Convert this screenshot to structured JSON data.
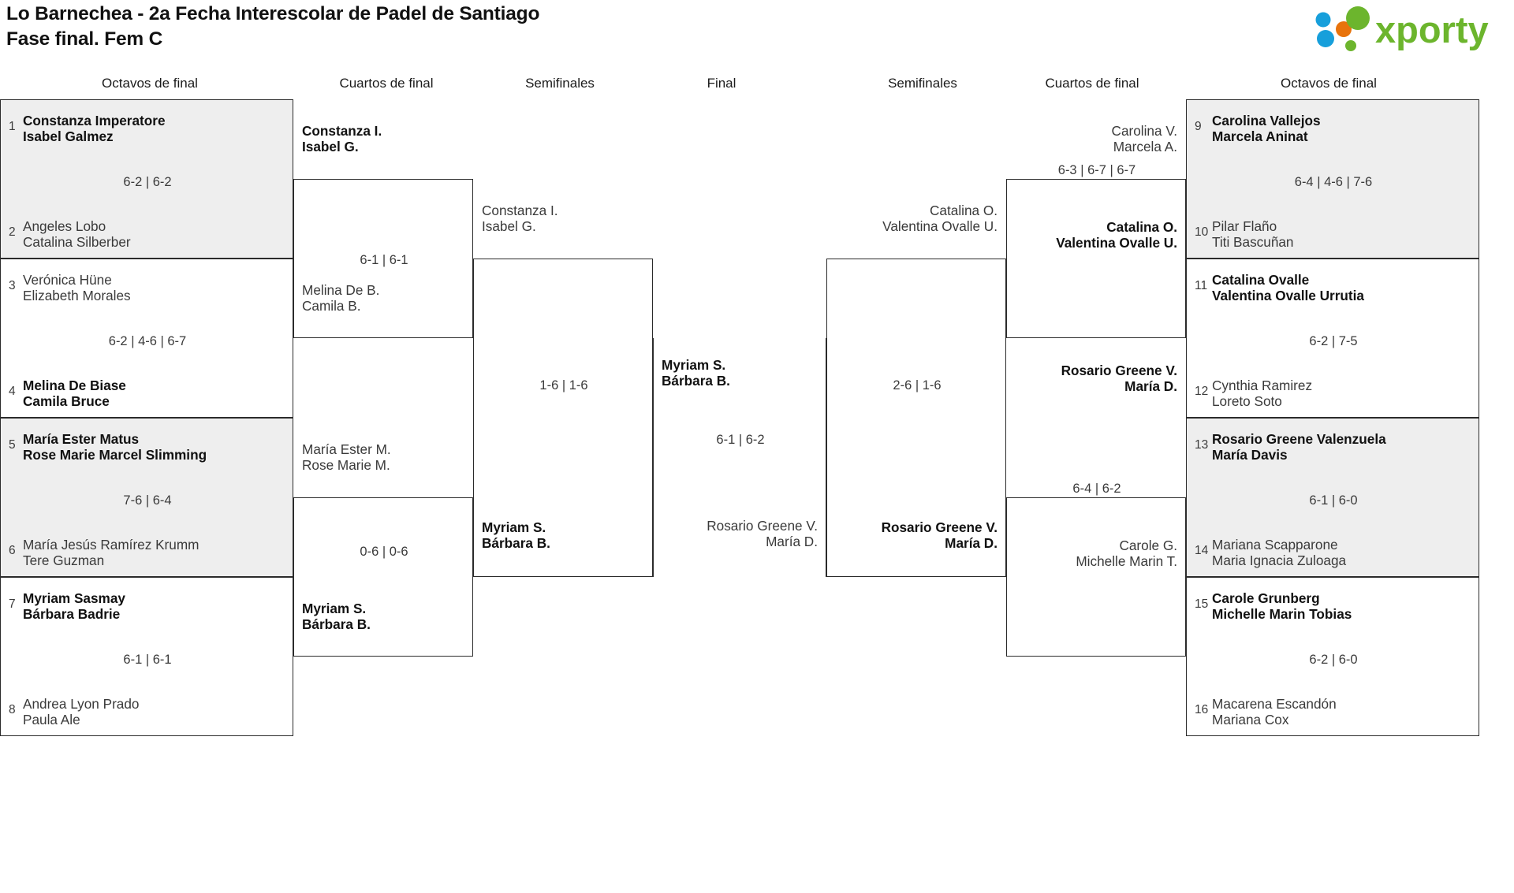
{
  "header": {
    "title_line1": "Lo Barnechea - 2a Fecha Interescolar de Padel de Santiago",
    "title_line2": "Fase final. Fem C",
    "logo_text": "xporty",
    "logo_colors": {
      "green": "#6cb52d",
      "blue": "#179fdb",
      "orange": "#e8730c"
    }
  },
  "rounds": [
    {
      "key": "r16_left",
      "label": "Octavos de final"
    },
    {
      "key": "qf_left",
      "label": "Cuartos de final"
    },
    {
      "key": "sf_left",
      "label": "Semifinales"
    },
    {
      "key": "final",
      "label": "Final"
    },
    {
      "key": "sf_right",
      "label": "Semifinales"
    },
    {
      "key": "qf_right",
      "label": "Cuartos de final"
    },
    {
      "key": "r16_right",
      "label": "Octavos de final"
    }
  ],
  "r16_left": [
    {
      "seed_top": "1",
      "seed_bot": "2",
      "top_l1": "Constanza Imperatore",
      "top_l2": "Isabel Galmez",
      "bot_l1": "Angeles Lobo",
      "bot_l2": "Catalina Silberber",
      "score": "6-2 | 6-2",
      "winner": "top",
      "shaded": true
    },
    {
      "seed_top": "3",
      "seed_bot": "4",
      "top_l1": "Verónica Hüne",
      "top_l2": "Elizabeth Morales",
      "bot_l1": "Melina De Biase",
      "bot_l2": "Camila Bruce",
      "score": "6-2 | 4-6 | 6-7",
      "winner": "bottom",
      "shaded": false
    },
    {
      "seed_top": "5",
      "seed_bot": "6",
      "top_l1": "María Ester Matus",
      "top_l2": "Rose Marie Marcel Slimming",
      "bot_l1": "María Jesús Ramírez Krumm",
      "bot_l2": "Tere Guzman",
      "score": "7-6 | 6-4",
      "winner": "top",
      "shaded": true
    },
    {
      "seed_top": "7",
      "seed_bot": "8",
      "top_l1": "Myriam Sasmay",
      "top_l2": "Bárbara Badrie",
      "bot_l1": "Andrea Lyon Prado",
      "bot_l2": "Paula Ale",
      "score": "6-1 | 6-1",
      "winner": "top",
      "shaded": false
    }
  ],
  "qf_left": [
    {
      "top_l1": "Constanza I.",
      "top_l2": "Isabel G.",
      "bot_l1": "Melina De B.",
      "bot_l2": "Camila B.",
      "score": "6-1 | 6-1",
      "winner": "top"
    },
    {
      "top_l1": "María Ester M.",
      "top_l2": "Rose Marie M.",
      "bot_l1": "Myriam S.",
      "bot_l2": "Bárbara B.",
      "score": "0-6 | 0-6",
      "winner": "bottom"
    }
  ],
  "sf_left": [
    {
      "top_l1": "Constanza I.",
      "top_l2": "Isabel G.",
      "bot_l1": "Myriam S.",
      "bot_l2": "Bárbara B.",
      "score": "1-6 | 1-6",
      "winner": "bottom"
    }
  ],
  "final": {
    "top_l1": "Myriam S.",
    "top_l2": "Bárbara B.",
    "bot_l1": "Rosario Greene V.",
    "bot_l2": "María D.",
    "score": "6-1 | 6-2",
    "winner": "top"
  },
  "sf_right": [
    {
      "top_l1": "Catalina O.",
      "top_l2": "Valentina Ovalle U.",
      "bot_l1": "Rosario Greene V.",
      "bot_l2": "María D.",
      "score": "2-6 | 1-6",
      "winner": "bottom"
    }
  ],
  "qf_right": [
    {
      "top_l1": "Carolina V.",
      "top_l2": "Marcela A.",
      "bot_l1": "Catalina O.",
      "bot_l2": "Valentina Ovalle U.",
      "score": "6-3 | 6-7 | 6-7",
      "winner": "bottom"
    },
    {
      "top_l1": "Rosario Greene V.",
      "top_l2": "María D.",
      "bot_l1": "Carole G.",
      "bot_l2": "Michelle Marin T.",
      "score": "6-4 | 6-2",
      "winner": "top"
    }
  ],
  "r16_right": [
    {
      "seed_top": "9",
      "seed_bot": "10",
      "top_l1": "Carolina Vallejos",
      "top_l2": "Marcela Aninat",
      "bot_l1": "Pilar Flaño",
      "bot_l2": "Titi Bascuñan",
      "score": "6-4 | 4-6 | 7-6",
      "winner": "top",
      "shaded": true
    },
    {
      "seed_top": "11",
      "seed_bot": "12",
      "top_l1": "Catalina Ovalle",
      "top_l2": "Valentina Ovalle Urrutia",
      "bot_l1": "Cynthia Ramirez",
      "bot_l2": "Loreto Soto",
      "score": "6-2 | 7-5",
      "winner": "top",
      "shaded": false
    },
    {
      "seed_top": "13",
      "seed_bot": "14",
      "top_l1": "Rosario Greene Valenzuela",
      "top_l2": "María Davis",
      "bot_l1": "Mariana Scapparone",
      "bot_l2": "Maria Ignacia Zuloaga",
      "score": "6-1 | 6-0",
      "winner": "top",
      "shaded": true
    },
    {
      "seed_top": "15",
      "seed_bot": "16",
      "top_l1": "Carole Grunberg",
      "top_l2": "Michelle Marin Tobias",
      "bot_l1": "Macarena Escandón",
      "bot_l2": "Mariana Cox",
      "score": "6-2 | 6-0",
      "winner": "top",
      "shaded": false
    }
  ]
}
